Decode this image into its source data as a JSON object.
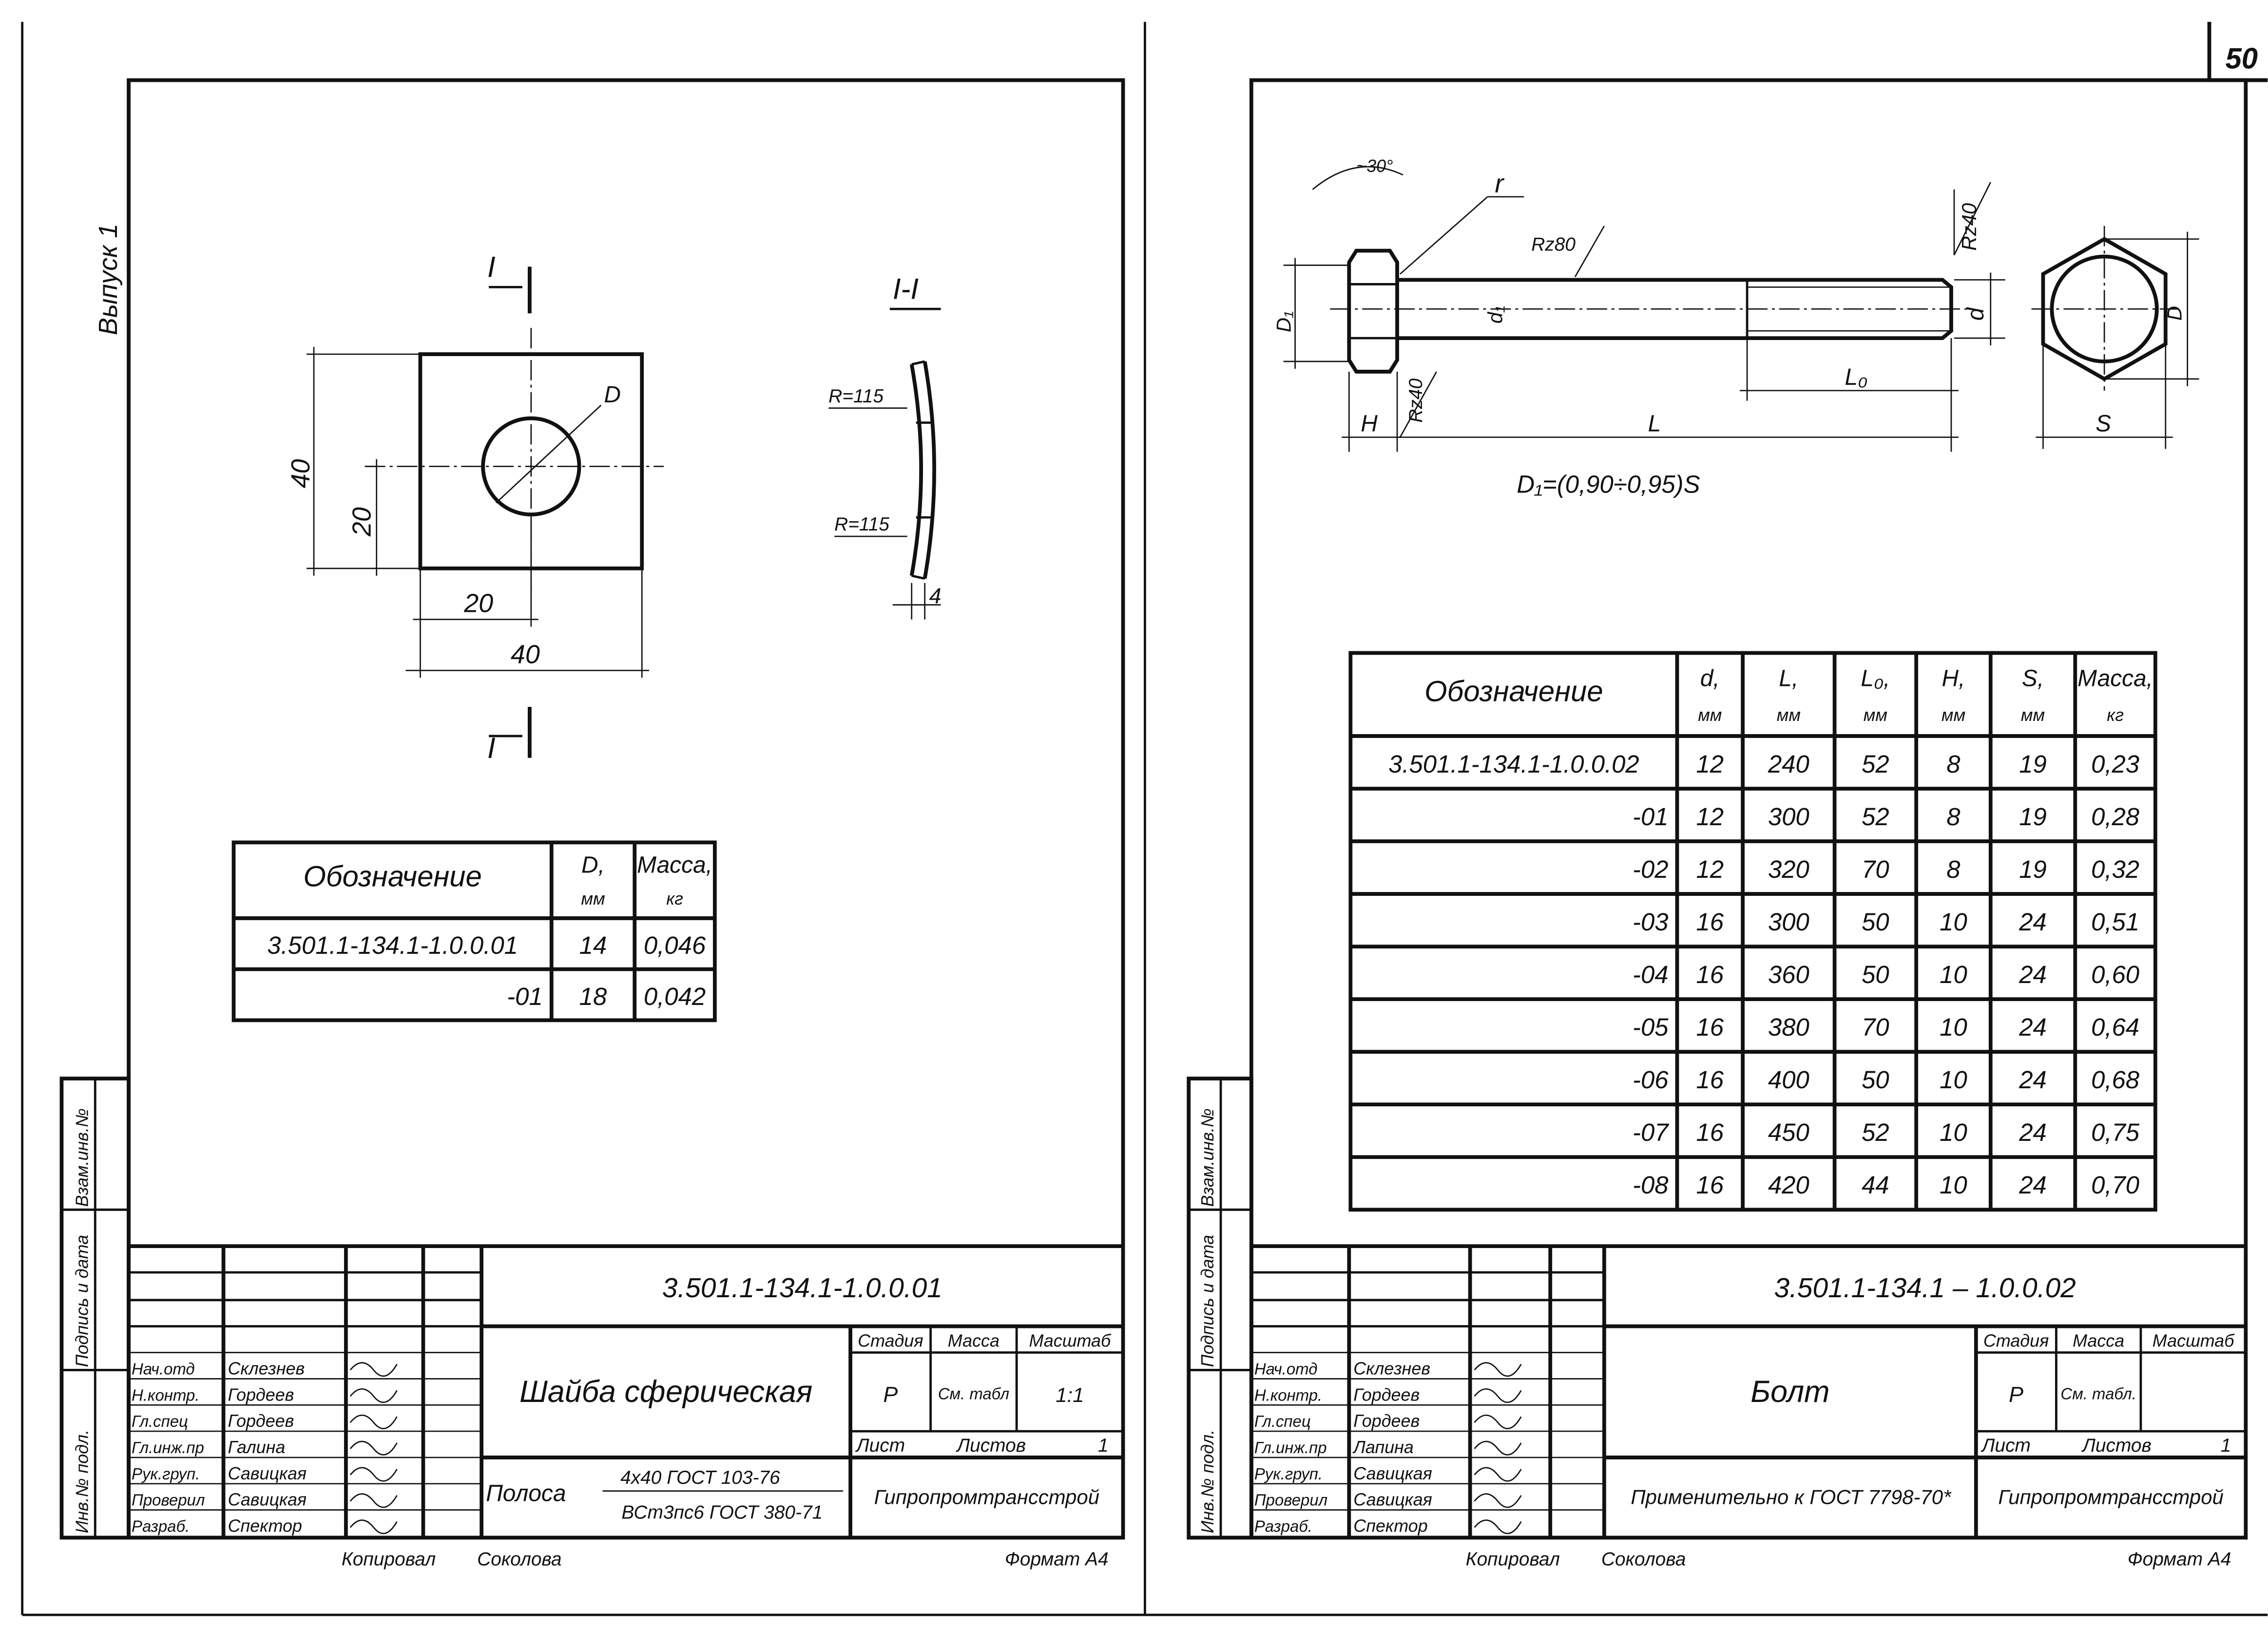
{
  "page_number": "50",
  "issue_label": "Выпуск 1",
  "side_stamp": {
    "inv_podl": "Инв.№ подл.",
    "podpis_data": "Подпись и дата",
    "vzam_inv": "Взам.инв.№"
  },
  "left": {
    "drawing": {
      "section_mark": "I",
      "section_title": "I-I",
      "dim_40_v": "40",
      "dim_20_v": "20",
      "dim_20_h": "20",
      "dim_40_h": "40",
      "hole_label": "D",
      "radius_1": "R=115",
      "radius_2": "R=115",
      "thickness": "4"
    },
    "table": {
      "headers": [
        "Обозначение",
        "D,",
        "Масса,"
      ],
      "units": [
        "",
        "мм",
        "кг"
      ],
      "rows": [
        [
          "3.501.1-134.1-1.0.0.01",
          "14",
          "0,046"
        ],
        [
          "-01",
          "18",
          "0,042"
        ]
      ]
    },
    "title_block": {
      "doc_number": "3.501.1-134.1-1.0.0.01",
      "title": "Шайба сферическая",
      "stage_header": "Стадия",
      "mass_header": "Масса",
      "scale_header": "Масштаб",
      "stage": "Р",
      "mass": "См. табл",
      "scale": "1:1",
      "sheet_label": "Лист",
      "sheets_label": "Листов",
      "sheets": "1",
      "material_name": "Полоса",
      "material_top": "4x40 ГОСТ 103-76",
      "material_bottom": "ВСт3пс6 ГОСТ 380-71",
      "organization": "Гипропромтрансстрой",
      "people": [
        {
          "role": "Нач.отд",
          "name": "Склезнев"
        },
        {
          "role": "Н.контр.",
          "name": "Гордеев"
        },
        {
          "role": "Гл.спец",
          "name": "Гордеев"
        },
        {
          "role": "Гл.инж.пр",
          "name": "Галина"
        },
        {
          "role": "Рук.груп.",
          "name": "Савицкая"
        },
        {
          "role": "Проверил",
          "name": "Савицкая"
        },
        {
          "role": "Разраб.",
          "name": "Спектор"
        }
      ],
      "copied_label": "Копировал",
      "copied_by": "Соколова",
      "format": "Формат А4"
    }
  },
  "right": {
    "drawing": {
      "angle": "~30°",
      "radius": "r",
      "rz80": "Rz80",
      "rz40_top": "Rz40",
      "rz40_head": "Rz40",
      "d1": "d₁",
      "D1": "D₁",
      "d": "d",
      "L": "L",
      "Lo": "L₀",
      "H": "H",
      "S": "S",
      "D": "D",
      "formula": "D₁=(0,90÷0,95)S"
    },
    "table": {
      "headers": [
        "Обозначение",
        "d,",
        "L,",
        "L₀,",
        "H,",
        "S,",
        "Масса,"
      ],
      "units": [
        "",
        "мм",
        "мм",
        "мм",
        "мм",
        "мм",
        "кг"
      ],
      "rows": [
        [
          "3.501.1-134.1-1.0.0.02",
          "12",
          "240",
          "52",
          "8",
          "19",
          "0,23"
        ],
        [
          "-01",
          "12",
          "300",
          "52",
          "8",
          "19",
          "0,28"
        ],
        [
          "-02",
          "12",
          "320",
          "70",
          "8",
          "19",
          "0,32"
        ],
        [
          "-03",
          "16",
          "300",
          "50",
          "10",
          "24",
          "0,51"
        ],
        [
          "-04",
          "16",
          "360",
          "50",
          "10",
          "24",
          "0,60"
        ],
        [
          "-05",
          "16",
          "380",
          "70",
          "10",
          "24",
          "0,64"
        ],
        [
          "-06",
          "16",
          "400",
          "50",
          "10",
          "24",
          "0,68"
        ],
        [
          "-07",
          "16",
          "450",
          "52",
          "10",
          "24",
          "0,75"
        ],
        [
          "-08",
          "16",
          "420",
          "44",
          "10",
          "24",
          "0,70"
        ]
      ]
    },
    "title_block": {
      "doc_number": "3.501.1-134.1 – 1.0.0.02",
      "title": "Болт",
      "stage_header": "Стадия",
      "mass_header": "Масса",
      "scale_header": "Масштаб",
      "stage": "Р",
      "mass": "См. табл.",
      "scale": "",
      "sheet_label": "Лист",
      "sheets_label": "Листов",
      "sheets": "1",
      "standard": "Применительно к ГОСТ 7798-70*",
      "organization": "Гипропромтрансстрой",
      "people": [
        {
          "role": "Нач.отд",
          "name": "Склезнев"
        },
        {
          "role": "Н.контр.",
          "name": "Гордеев"
        },
        {
          "role": "Гл.спец",
          "name": "Гордеев"
        },
        {
          "role": "Гл.инж.пр",
          "name": "Лапина"
        },
        {
          "role": "Рук.груп.",
          "name": "Савицкая"
        },
        {
          "role": "Проверил",
          "name": "Савицкая"
        },
        {
          "role": "Разраб.",
          "name": "Спектор"
        }
      ],
      "copied_label": "Копировал",
      "copied_by": "Соколова",
      "format": "Формат А4"
    }
  }
}
